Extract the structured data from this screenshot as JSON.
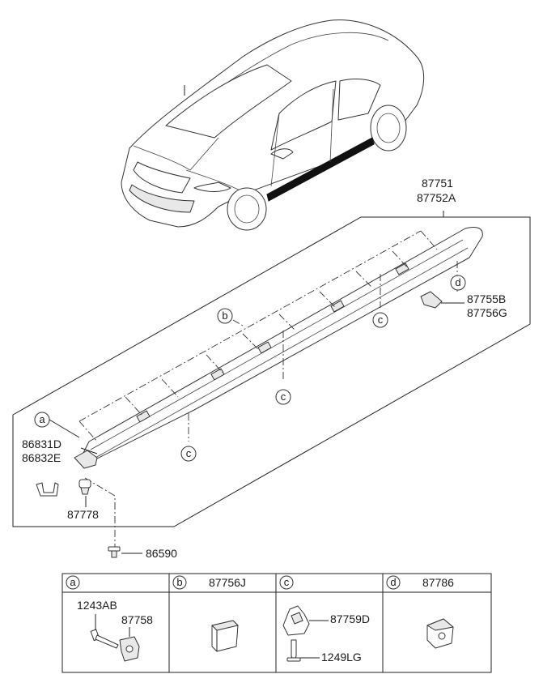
{
  "callouts": {
    "a": "a",
    "b": "b",
    "c": "c",
    "d": "d"
  },
  "parts": {
    "p87751": "87751",
    "p87752a": "87752A",
    "p87755b": "87755B",
    "p87756g": "87756G",
    "p86831d": "86831D",
    "p86832e": "86832E",
    "p87778": "87778",
    "p86590": "86590"
  },
  "table": {
    "cells": [
      {
        "letter": "a",
        "header": "",
        "parts": [
          "1243AB",
          "87758"
        ]
      },
      {
        "letter": "b",
        "header": "87756J",
        "parts": []
      },
      {
        "letter": "c",
        "header": "",
        "parts": [
          "87759D",
          "1249LG"
        ]
      },
      {
        "letter": "d",
        "header": "87786",
        "parts": []
      }
    ]
  }
}
